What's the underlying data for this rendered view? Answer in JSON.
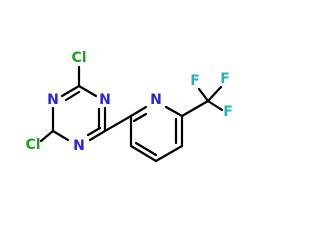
{
  "atoms": {
    "cl_top": "Cl",
    "cl_left": "Cl",
    "n_triazine_top_left": "N",
    "n_triazine_top_right": "N",
    "n_triazine_bottom": "N",
    "n_pyridine": "N",
    "f_top": "F",
    "f_right_top": "F",
    "f_right_bottom": "F"
  },
  "colors": {
    "bond": "#000000",
    "chlorine": "#21a021",
    "nitrogen": "#2626e0",
    "fluorine": "#23b5b8"
  }
}
